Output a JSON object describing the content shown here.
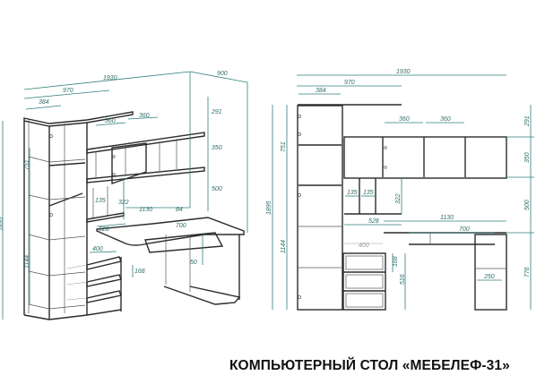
{
  "title": "КОМПЬЮТЕРНЫЙ СТОЛ «МЕБЕЛЕФ-31»",
  "colors": {
    "dimension": "#2f7f7b",
    "outline": "#2b2b2b",
    "background": "#ffffff"
  },
  "iso_view": {
    "dims": {
      "width": "1930",
      "depth": "900",
      "top_shelf": "970",
      "tower": "384",
      "cab1": "360",
      "cab2": "360",
      "h_top": "291",
      "h_cab": "350",
      "h_mid": "500",
      "h_small": "322",
      "small": "135",
      "desk": "1130",
      "desk_offset": "84",
      "return": "528",
      "tray": "700",
      "drawer": "400",
      "drawer_h": "168",
      "leg": "50",
      "total_h": "1895",
      "upper_h": "751",
      "lower_h": "1144"
    }
  },
  "front_view": {
    "dims": {
      "width": "1930",
      "top_shelf": "970",
      "tower": "384",
      "cab1": "360",
      "cab2": "360",
      "h_top": "291",
      "h_cab": "350",
      "h_mid": "500",
      "h_desk": "776",
      "upper_h": "751",
      "lower_h": "1144",
      "total_h": "1895",
      "small1": "135",
      "small2": "135",
      "h_small": "322",
      "return": "528",
      "desk": "1130",
      "tray": "700",
      "drawer": "400",
      "drawer_h": "168",
      "drawers_h": "516",
      "leg": "250"
    }
  }
}
